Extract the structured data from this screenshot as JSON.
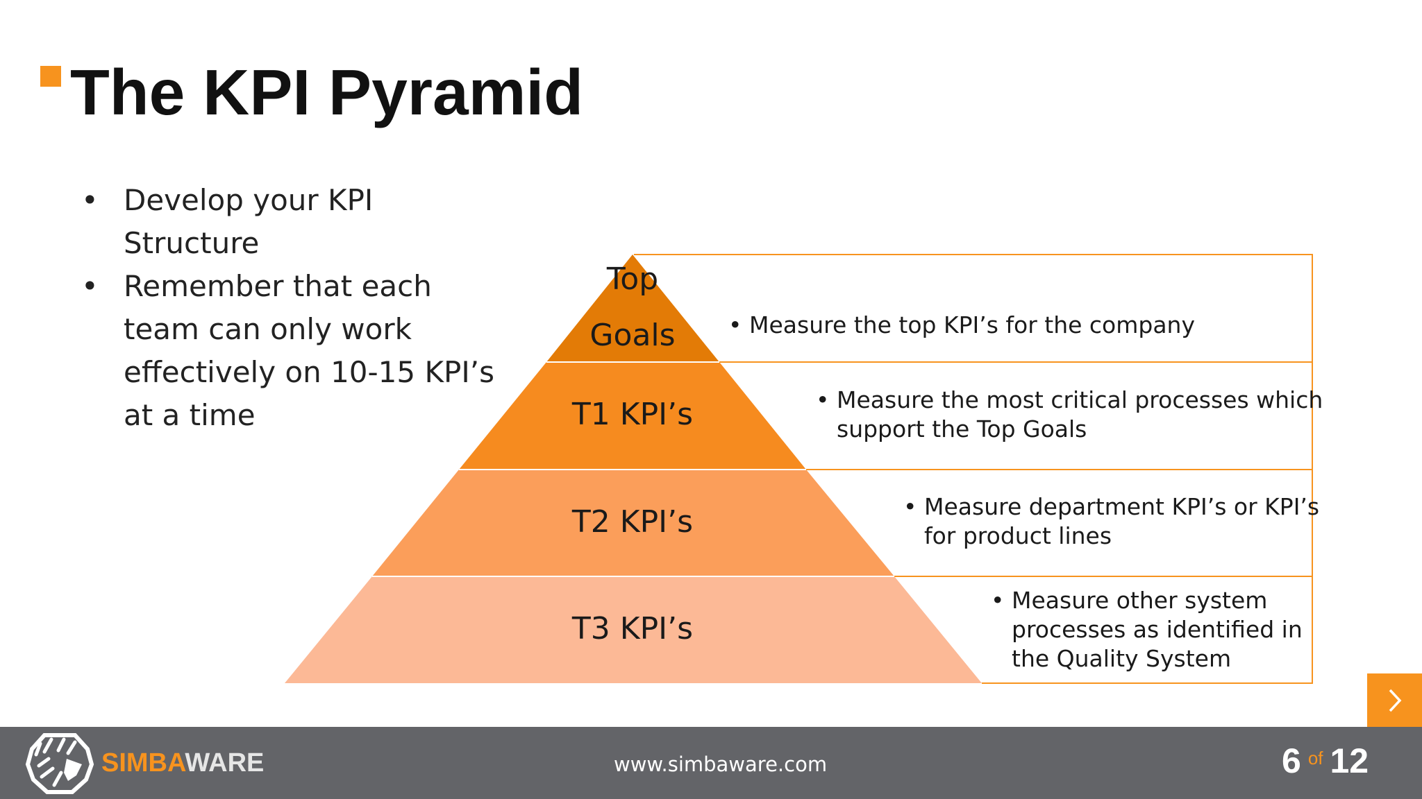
{
  "slide": {
    "title": "The KPI Pyramid",
    "bullets": [
      "Develop your KPI Structure",
      "Remember that each team can only work effectively on 10-15 KPI’s at a time"
    ]
  },
  "pyramid": {
    "tiers": [
      {
        "label_lines": [
          "Top",
          "Goals"
        ],
        "description": "Measure the top KPI’s for the company",
        "fill": "#e37b06"
      },
      {
        "label_lines": [
          "T1 KPI’s"
        ],
        "description": "Measure the most critical processes which support the Top Goals",
        "fill": "#f68b1f"
      },
      {
        "label_lines": [
          "T2 KPI’s"
        ],
        "description": "Measure department KPI’s or KPI’s for product lines",
        "fill": "#fb9e5a"
      },
      {
        "label_lines": [
          "T3 KPI’s"
        ],
        "description": "Measure other system processes as identified in the Quality System",
        "fill": "#fcb996"
      }
    ],
    "box_border_color": "#f7931e"
  },
  "footer": {
    "brand_part1": "SIMBA",
    "brand_part2": "WARE",
    "website": "www.simbaware.com",
    "current_page": "6",
    "of_label": "of",
    "total_pages": "12"
  },
  "navigation": {
    "next_icon": "chevron-right-icon"
  },
  "colors": {
    "accent": "#f7931e",
    "footer_bg": "#636468"
  }
}
